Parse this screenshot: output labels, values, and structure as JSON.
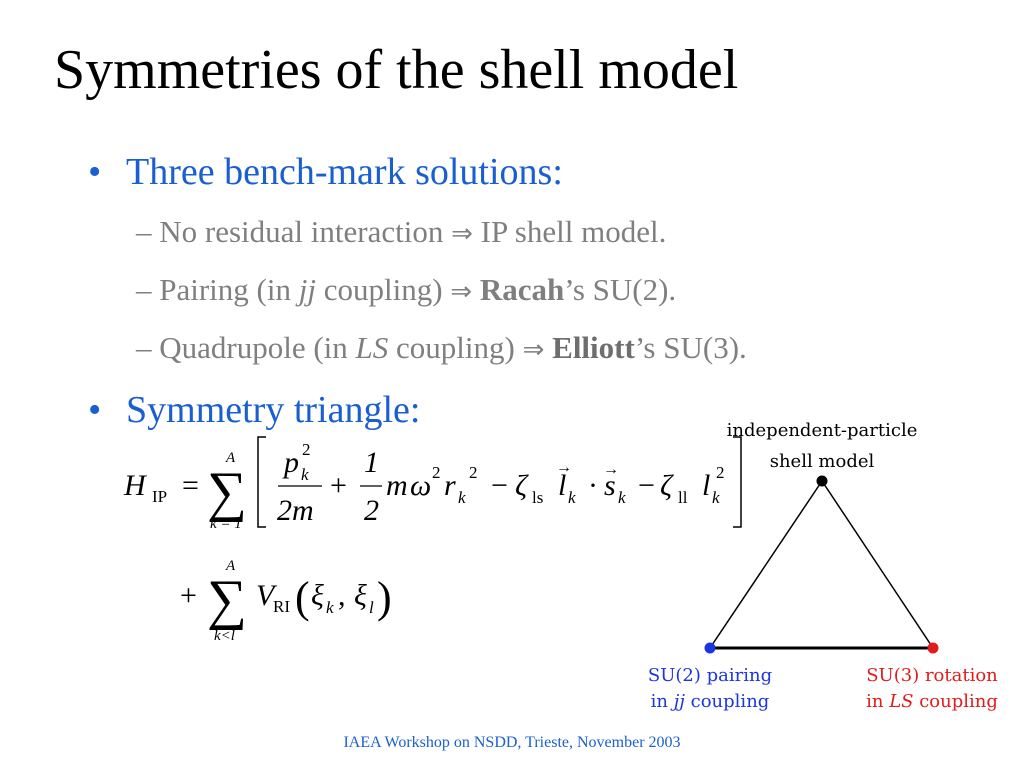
{
  "slide": {
    "title": "Symmetries of the shell model",
    "colors": {
      "blue": "#1a5fd1",
      "gray": "#7f7f7f",
      "red": "#e21b1b",
      "node_blue": "#1b36e0"
    }
  },
  "bullets": [
    {
      "marker": "•",
      "text": "Three bench-mark solutions:"
    },
    {
      "marker": "•",
      "text": "Symmetry triangle:"
    }
  ],
  "subitems": [
    {
      "dash": "–",
      "pre": "No residual interaction",
      "arrow": "⇒",
      "post": "IP shell model."
    },
    {
      "dash": "–",
      "pre_a": "Pairing (in ",
      "italic": "jj",
      "pre_b": " coupling)",
      "arrow": "⇒",
      "bold": "Racah",
      "post": "’s SU(2)."
    },
    {
      "dash": "–",
      "pre_a": "Quadrupole (in ",
      "italic": "LS",
      "pre_b": " coupling)",
      "arrow": "⇒",
      "bold": "Elliott",
      "post": "’s SU(3)."
    }
  ],
  "formula": {
    "H": "H",
    "H_sub": "IP",
    "eq": "=",
    "sum": "∑",
    "sum_upper": "A",
    "sum_lower": "k = 1",
    "p": "p",
    "p_sub": "k",
    "p_sup": "2",
    "den1": "2m",
    "plus": "+",
    "half_num": "1",
    "half_den": "2",
    "m": "m",
    "omega": "ω",
    "omega_sup": "2",
    "r": "r",
    "r_sub": "k",
    "r_sup": "2",
    "minus": "−",
    "zeta": "ζ",
    "ls": "ls",
    "l": "l",
    "l_sub": "k",
    "dot": "·",
    "s": "s",
    "s_sub": "k",
    "ll": "ll",
    "l2_sup": "2",
    "vec": "→",
    "plus2": "+",
    "sum2_upper": "A",
    "sum2_lower": "k<l",
    "V": "V",
    "V_sub": "RI",
    "xi": "ξ",
    "xi_k": "k",
    "comma": ",",
    "xi_l": "l",
    "lparen": "(",
    "rparen": ")"
  },
  "triangle": {
    "top_label_1": "independent-particle",
    "top_label_2": "shell model",
    "left_label_1": "SU(2) pairing",
    "left_label_2a": "in ",
    "left_label_2b": "jj",
    "left_label_2c": " coupling",
    "right_label_1": "SU(3) rotation",
    "right_label_2a": "in ",
    "right_label_2b": "LS",
    "right_label_2c": " coupling"
  },
  "footer": "IAEA Workshop on NSDD, Trieste, November 2003"
}
